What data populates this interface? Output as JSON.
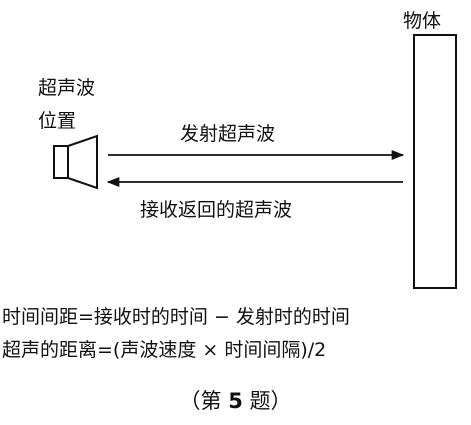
{
  "labels": {
    "object": "物体",
    "source_line1": "超声波",
    "source_line2": "位置",
    "emitted": "发射超声波",
    "received": "接收返回的超声波"
  },
  "formulas": [
    "时间间距=接收时的时间 − 发射时的时间",
    "超声的距离=(声波速度 × 时间间隔)/2"
  ],
  "question": {
    "open": "（第 ",
    "number": "5",
    "close": " 题）"
  }
}
